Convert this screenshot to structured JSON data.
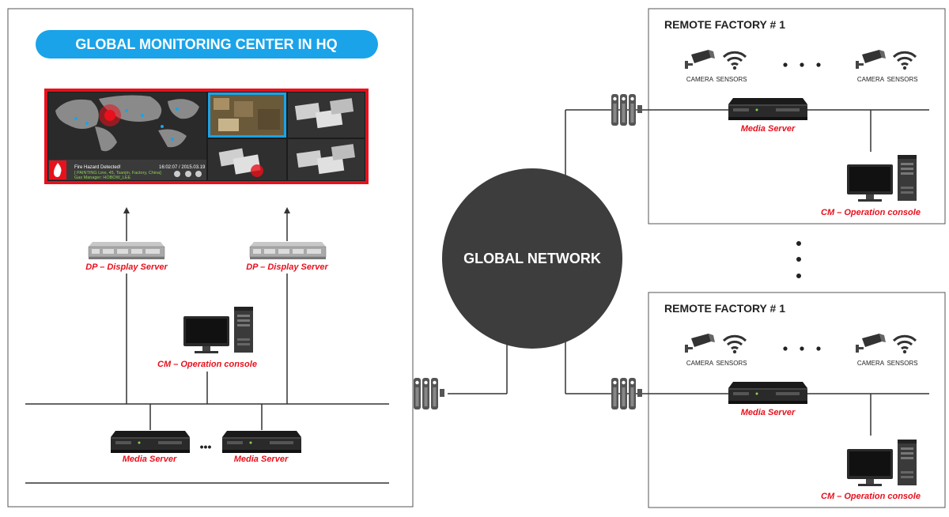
{
  "hq": {
    "title": "GLOBAL MONITORING CENTER IN HQ",
    "display_servers": [
      "DP – Display Server",
      "DP – Display Server"
    ],
    "operation_console": "CM – Operation console",
    "media_servers": [
      "Media Server",
      "Media Server"
    ],
    "ellipsis": "•••",
    "alert": {
      "title": "Fire Hazard Detected!",
      "time": "16:02:07 / 2015.03.19",
      "line1": "[ PAINTING Line, 45, Tsanjin, Factory, China]",
      "line2": "Gas Manager: HOBOW_LEE"
    }
  },
  "network": {
    "label": "GLOBAL NETWORK"
  },
  "factories": [
    {
      "title": "REMOTE FACTORY # 1",
      "camera_label": "CAMERA",
      "sensors_label": "SENSORS",
      "media_server": "Media Server",
      "operation_console": "CM – Operation console"
    },
    {
      "title": "REMOTE FACTORY # 1",
      "camera_label": "CAMERA",
      "sensors_label": "SENSORS",
      "media_server": "Media Server",
      "operation_console": "CM – Operation console"
    }
  ],
  "colors": {
    "hq_banner": "#1aa3e8",
    "accent_red": "#e8101c",
    "network_circle": "#3d3d3d"
  }
}
